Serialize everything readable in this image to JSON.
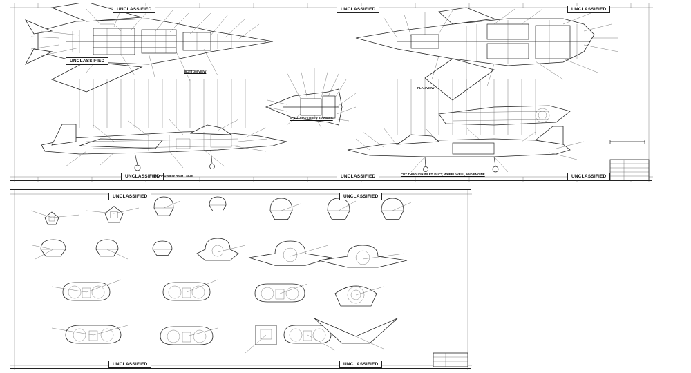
{
  "stamps": {
    "classification": "UNCLASSIFIED"
  },
  "views": {
    "bottom": "BOTTOM VIEW",
    "plan": "PLAN VIEW",
    "inboard": "INBOARD VIEW RIGHT SIDE",
    "upper_avionics": "PLAN VIEW UPPER AVIONICS",
    "cut_through": "CUT THROUGH INLET, DUCT, WHEEL WELL, AND ENGINE"
  }
}
